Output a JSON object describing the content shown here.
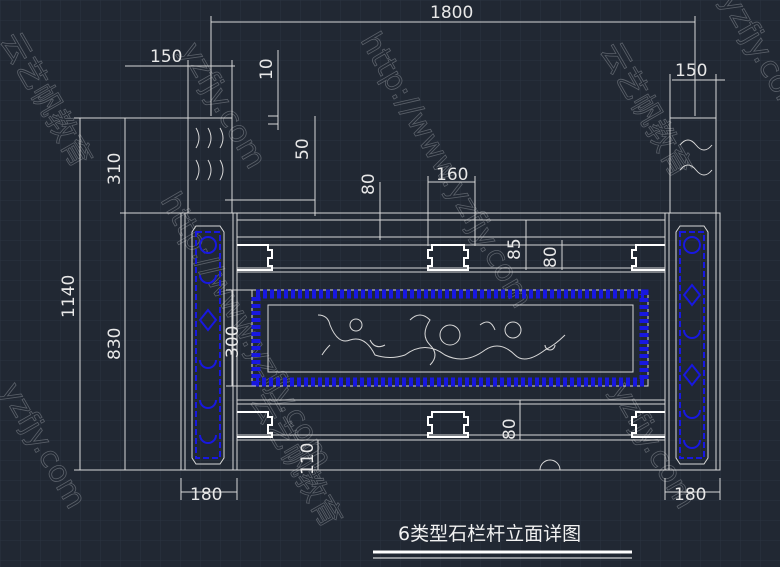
{
  "title": "6类型石栏杆立面详图",
  "watermarks": {
    "url": "http://www.yzfjy.com",
    "brand": "云艺帆教育",
    "fragment": "yzfjy.com"
  },
  "dimensions": {
    "overall_width": "1800",
    "post_width_top_left": "150",
    "post_width_top_right": "150",
    "cap_offset": "10",
    "cap_step": "50",
    "cap_height": "310",
    "rail_offset": "80",
    "block_width": "160",
    "rail_height": "85",
    "rail_gap": "80",
    "total_height": "1140",
    "body_height": "830",
    "panel_height": "300",
    "lower_gap": "80",
    "base_height": "110",
    "post_width_bottom_left": "180",
    "post_width_bottom_right": "180"
  },
  "colors": {
    "background": "#212833",
    "lines": "#d8d8d8",
    "ornament": "#1818e0"
  }
}
